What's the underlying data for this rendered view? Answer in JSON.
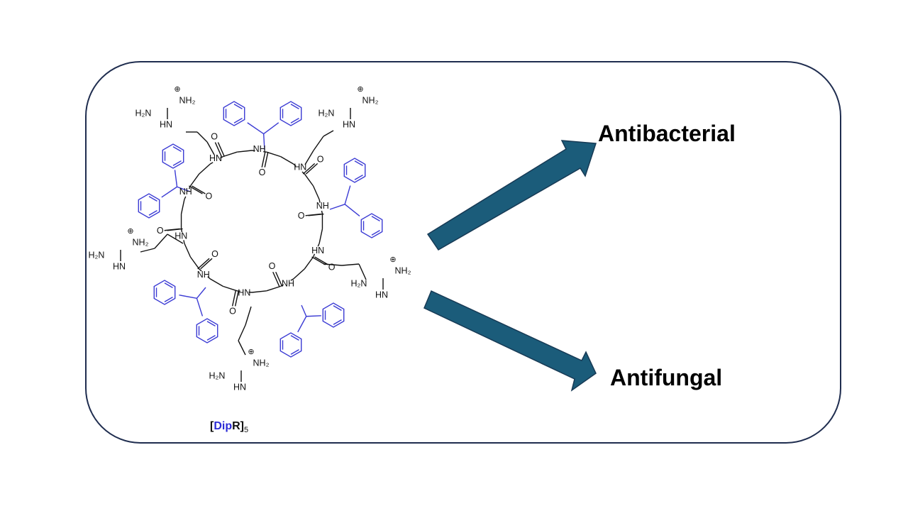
{
  "compound": {
    "bracket_open": "[",
    "part_a": "Dip",
    "part_b": "R",
    "bracket_close": "]",
    "subscript": "5",
    "color_dip": "#2b2bd6"
  },
  "targets": {
    "top": "Antibacterial",
    "bottom": "Antifungal"
  },
  "molecule_labels": {
    "nh": "NH",
    "hn": "HN",
    "n_h": "N",
    "o": "O",
    "h2n": "H₂N",
    "nh2": "NH₂",
    "plus": "⊕"
  },
  "colors": {
    "frame": "#1f2d4f",
    "arrow": "#1b5c7a",
    "arrow_edge": "#173a55",
    "phenyl": "#3b3bd4",
    "backbone": "#111111"
  }
}
